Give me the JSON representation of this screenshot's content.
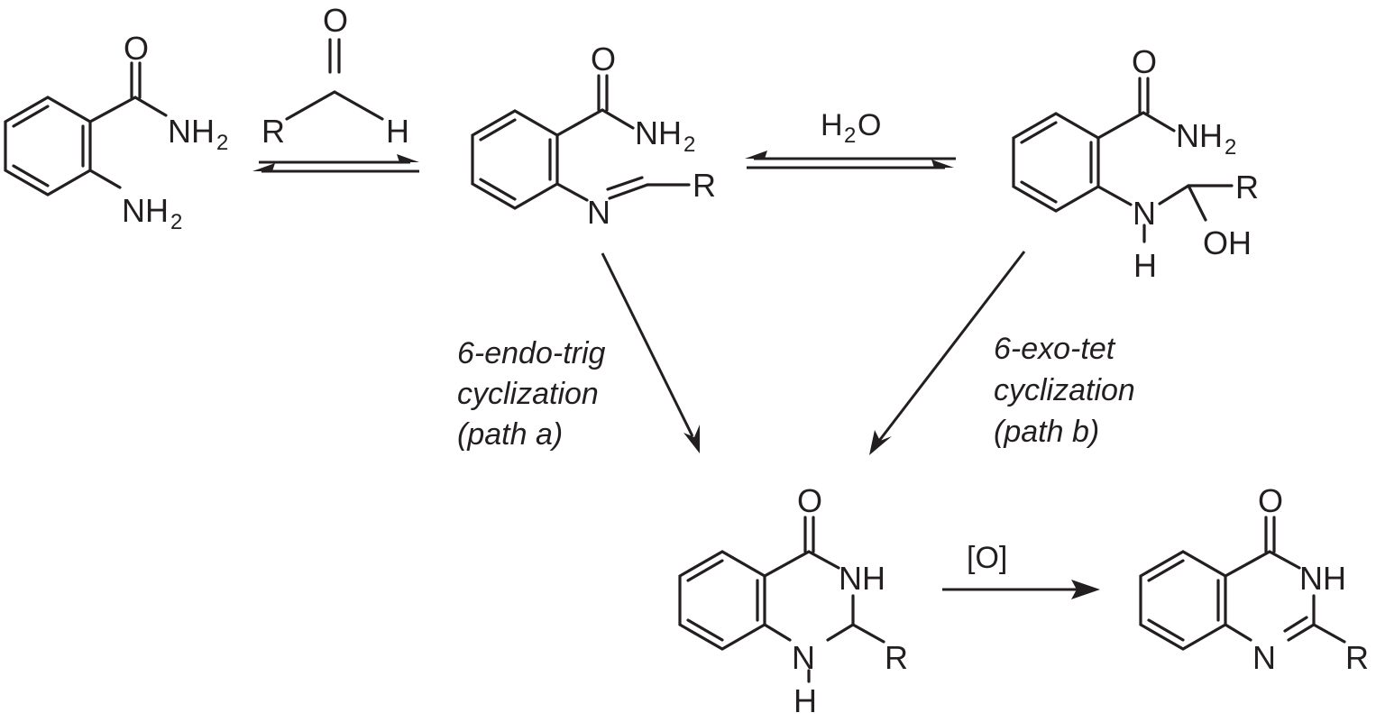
{
  "reagents": {
    "water_main": "H",
    "water_sub": "2",
    "water_tail": "O",
    "oxidant": "[O]"
  },
  "path_a": {
    "line1": "6-endo-trig",
    "line2": "cyclization",
    "line3": "(path a)"
  },
  "path_b": {
    "line1": "6-exo-tet",
    "line2": "cyclization",
    "line3": "(path b)"
  },
  "atoms": {
    "O": "O",
    "N": "N",
    "H": "H",
    "R": "R",
    "NH": "NH",
    "OH": "OH",
    "sub2": "2"
  }
}
